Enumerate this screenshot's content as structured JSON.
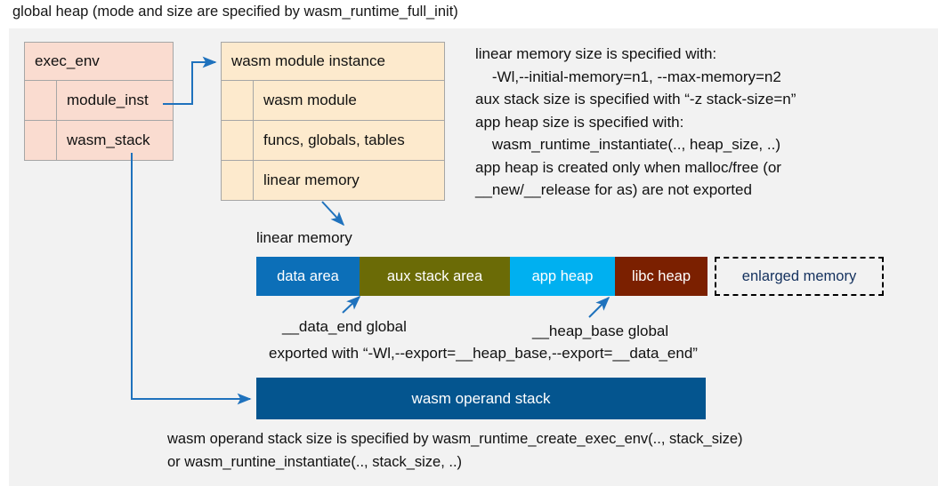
{
  "title": "global heap (mode and size are specified by wasm_runtime_full_init)",
  "colors": {
    "panel_bg": "#f2f2f2",
    "exec_env_fill": "#fadcd0",
    "module_fill": "#fdeacd",
    "box_border": "#a6a6a6",
    "arrow": "#1f72bd",
    "data_area": "#0c6fb8",
    "aux_stack_area": "#6b6b06",
    "app_heap": "#00b0f0",
    "libc_heap": "#7b2000",
    "enlarged_memory_text": "#14315e",
    "operand_stack": "#04558f"
  },
  "exec_env": {
    "header": "exec_env",
    "rows": [
      {
        "label": "module_inst"
      },
      {
        "label": "wasm_stack"
      }
    ]
  },
  "module_instance": {
    "header": "wasm module instance",
    "rows": [
      {
        "label": "wasm module"
      },
      {
        "label": "funcs, globals, tables"
      },
      {
        "label": "linear memory"
      }
    ]
  },
  "note_right": "linear memory size is specified with:\n    -Wl,--initial-memory=n1, --max-memory=n2\naux stack size is specified with “-z stack-size=n”\napp heap size is specified with:\n    wasm_runtime_instantiate(.., heap_size, ..)\napp heap is created only when malloc/free (or\n__new/__release for as) are not exported",
  "linear_memory": {
    "label": "linear memory",
    "segments": [
      {
        "label": "data area",
        "color": "#0c6fb8",
        "width": 116,
        "dashed": false
      },
      {
        "label": "aux stack area",
        "color": "#6b6b06",
        "width": 169,
        "dashed": false
      },
      {
        "label": "app heap",
        "color": "#00b0f0",
        "width": 118,
        "dashed": false
      },
      {
        "label": "libc heap",
        "color": "#7b2000",
        "width": 104,
        "dashed": false
      },
      {
        "label": "enlarged memory",
        "color": "transparent",
        "width": 190,
        "dashed": true
      }
    ]
  },
  "annotations": {
    "data_end": "__data_end global",
    "heap_base": "__heap_base global",
    "exported": "exported with “-Wl,--export=__heap_base,--export=__data_end”"
  },
  "operand_stack": {
    "label": "wasm operand stack"
  },
  "note_bottom": "wasm operand stack size is specified by wasm_runtime_create_exec_env(.., stack_size)\nor wasm_runtine_instantiate(.., stack_size, ..)"
}
